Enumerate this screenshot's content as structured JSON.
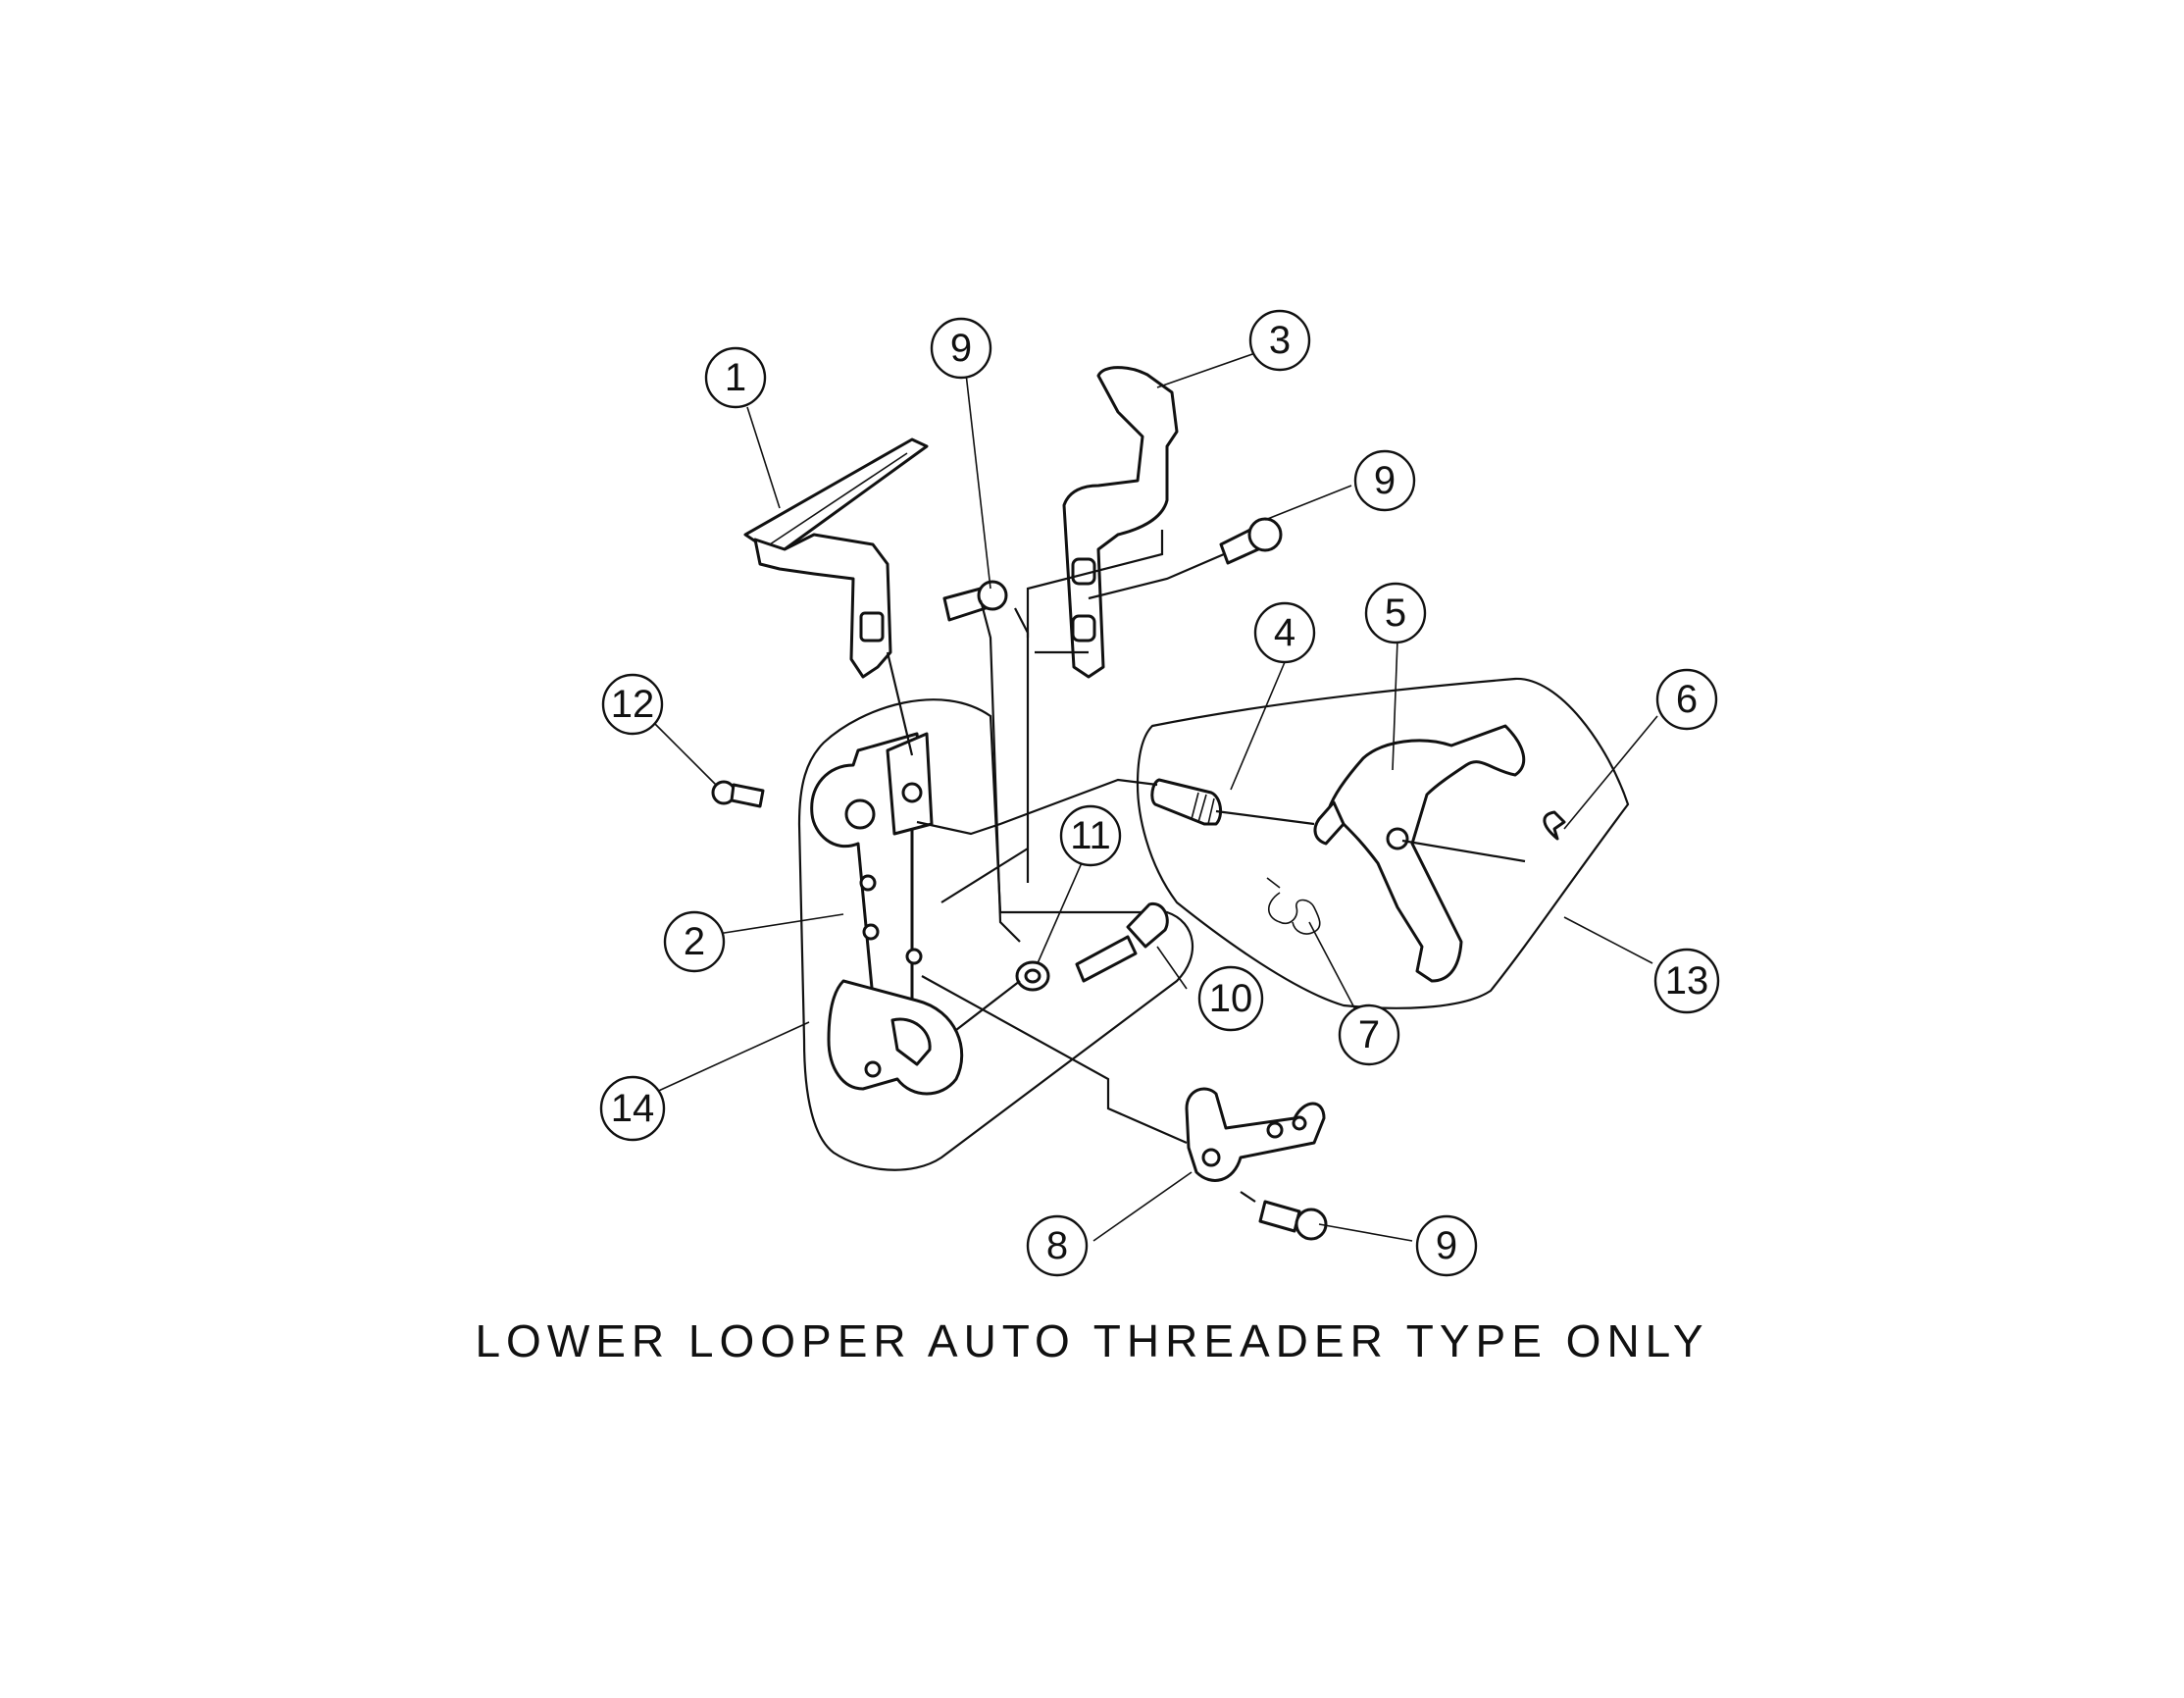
{
  "caption": "LOWER LOOPER AUTO THREADER TYPE ONLY",
  "callouts": [
    "1",
    "2",
    "3",
    "4",
    "5",
    "6",
    "7",
    "8",
    "9",
    "9",
    "9",
    "10",
    "11",
    "12",
    "13",
    "14"
  ],
  "colors": {
    "ink": "#111111",
    "paper": "#ffffff"
  }
}
